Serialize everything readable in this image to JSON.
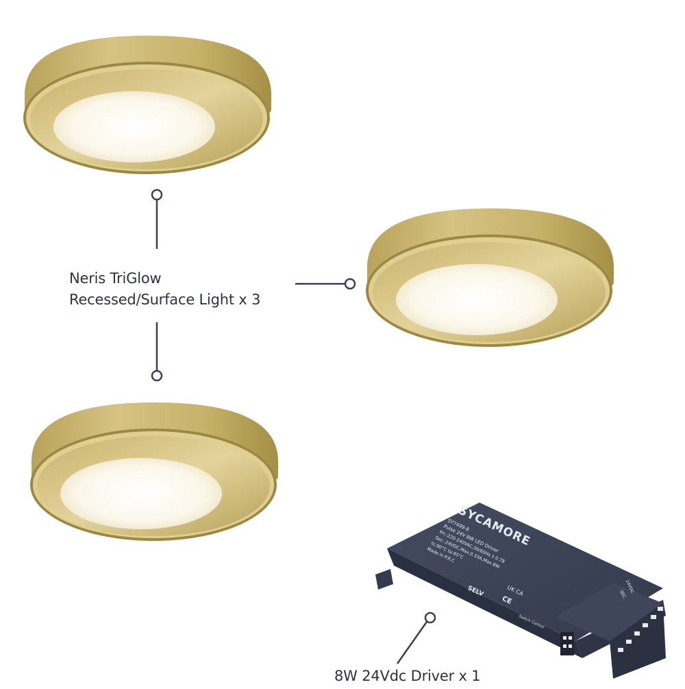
{
  "lights_label": {
    "line1": "Neris TriGlow",
    "line2": "Recessed/Surface Light x 3"
  },
  "driver_label": "8W 24Vdc Driver x 1",
  "driver": {
    "brand": "SYCAMORE",
    "model": "SY7499-8",
    "title": "Pulse 24V 8W LED Driver",
    "spec_pri": "Pri.:220-240VAC,50/60Hz λ 0.78",
    "spec_sec": "Sec.:24VDC,Max.0.33A,Max.8W",
    "spec_temp": "tc:90°C  ta:45°C",
    "origin": "Made in P.R.C",
    "selv": "SELV",
    "ukca": "UK CA",
    "ce": "CE",
    "switch_control": "Switch Control",
    "sec": "SEC.",
    "output": "24VDC"
  },
  "colors": {
    "gold_light": "#d8c586",
    "gold_dark": "#9a8540",
    "diffuser": "#fbf8ef",
    "driver_body": "#3a4154",
    "connector_line": "#3a3f52"
  }
}
